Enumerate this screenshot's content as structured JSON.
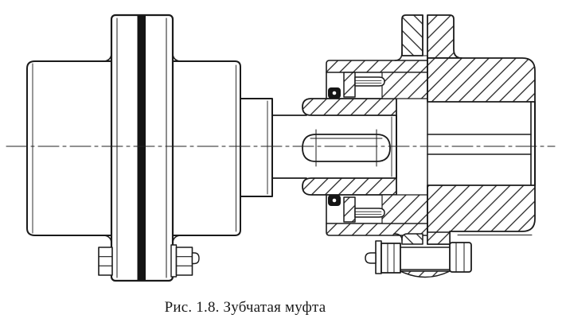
{
  "figure": {
    "caption": "Рис. 1.8. Зубчатая муфта"
  },
  "drawing": {
    "kind": "technical-section-drawing",
    "background_color": "#ffffff",
    "line_color": "#1b1b1b",
    "parts": [
      "left-hub-cylinder",
      "flange-disc",
      "sleeve-barrel",
      "shaft-collar-block",
      "left-shaft",
      "shaft-keyway",
      "gear-hub-section-top",
      "gear-hub-section-bottom",
      "sleeve-left-half-section",
      "sleeve-right-half-section",
      "flange-joint-boss-top",
      "flange-joint-boss-bottom",
      "seal-ring-top",
      "seal-ring-bottom",
      "retaining-screw-top",
      "retaining-screw-bottom",
      "flange-bolt-assembly",
      "flange-bolt-left-view",
      "flange-nut-left-view",
      "centerline"
    ]
  }
}
